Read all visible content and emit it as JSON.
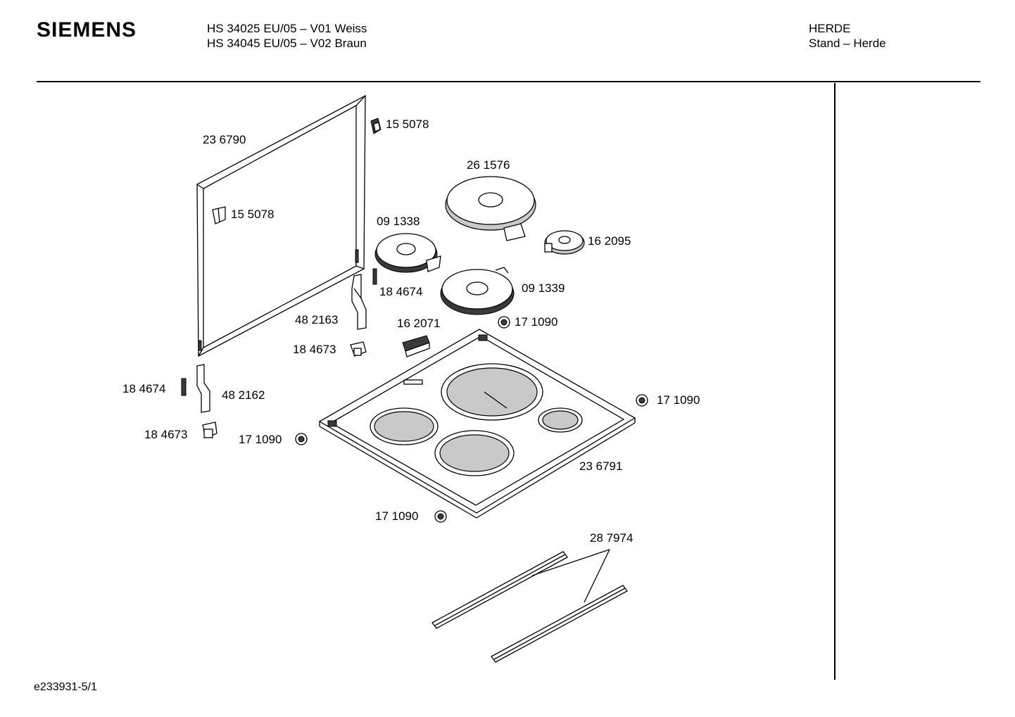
{
  "header": {
    "brand": "SIEMENS",
    "models": [
      "HS 34025 EU/05 – V01 Weiss",
      "HS 34045 EU/05 – V02 Braun"
    ],
    "category": [
      "HERDE",
      "Stand – Herde"
    ]
  },
  "footer": {
    "doc_id": "e233931-5/1"
  },
  "parts": [
    {
      "id": "p236790",
      "label": "23 6790"
    },
    {
      "id": "p155078a",
      "label": "15 5078"
    },
    {
      "id": "p155078b",
      "label": "15 5078"
    },
    {
      "id": "p261576",
      "label": "26 1576"
    },
    {
      "id": "p091338",
      "label": "09 1338"
    },
    {
      "id": "p162095",
      "label": "16 2095"
    },
    {
      "id": "p184674a",
      "label": "18 4674"
    },
    {
      "id": "p091339",
      "label": "09 1339"
    },
    {
      "id": "p482163",
      "label": "48 2163"
    },
    {
      "id": "p162071",
      "label": "16 2071"
    },
    {
      "id": "p171090a",
      "label": "17 1090"
    },
    {
      "id": "p184673a",
      "label": "18 4673"
    },
    {
      "id": "p184674b",
      "label": "18 4674"
    },
    {
      "id": "p482162",
      "label": "48 2162"
    },
    {
      "id": "p171090b",
      "label": "17 1090"
    },
    {
      "id": "p184673b",
      "label": "18 4673"
    },
    {
      "id": "p171090c",
      "label": "17 1090"
    },
    {
      "id": "p236791",
      "label": "23 6791"
    },
    {
      "id": "p171090d",
      "label": "17 1090"
    },
    {
      "id": "p287974",
      "label": "28 7974"
    }
  ]
}
